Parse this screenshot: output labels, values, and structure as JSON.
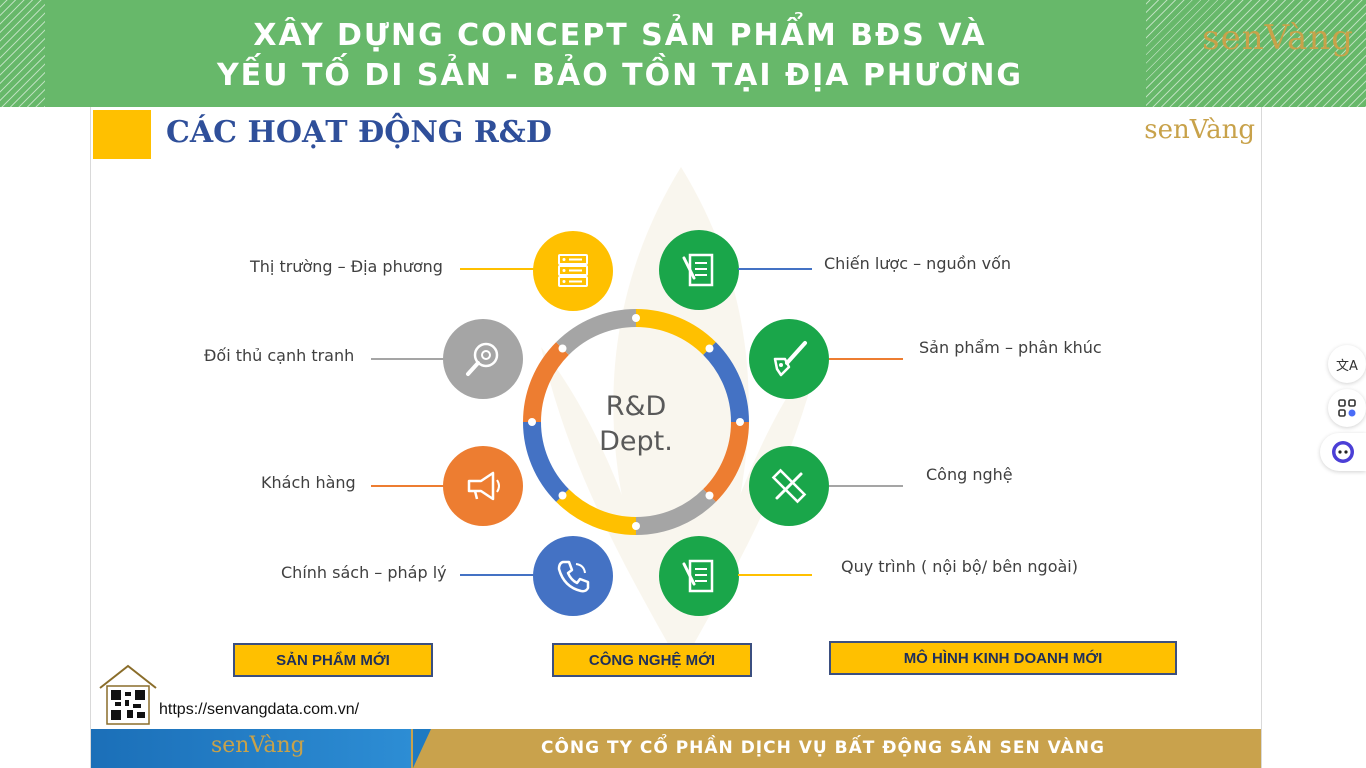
{
  "banner": {
    "title_line1": "XÂY DỰNG CONCEPT SẢN PHẨM BĐS VÀ",
    "title_line2": "YẾU TỐ DI SẢN - BẢO TỒN TẠI ĐỊA PHƯƠNG",
    "logo": "senVàng"
  },
  "slide": {
    "heading": "CÁC HOẠT ĐỘNG R&D",
    "logo": "senVàng",
    "center": {
      "line1": "R&D",
      "line2": "Dept."
    },
    "activities": [
      {
        "label": "Thị trường – Địa phương",
        "icon": "server-rack-icon",
        "color": "#ffc000"
      },
      {
        "label": "Đối thủ cạnh tranh",
        "icon": "magnifier-gear-icon",
        "color": "#a5a5a5"
      },
      {
        "label": "Khách hàng",
        "icon": "megaphone-icon",
        "color": "#ed7d31"
      },
      {
        "label": "Chính sách – pháp lý",
        "icon": "phone-icon",
        "color": "#4472c4"
      },
      {
        "label": "Chiến lược – nguồn vốn",
        "icon": "document-pen-icon",
        "color": "#1aa64a"
      },
      {
        "label": "Sản phẩm – phân khúc",
        "icon": "paintbrush-icon",
        "color": "#1aa64a"
      },
      {
        "label": "Công nghệ",
        "icon": "ruler-pencil-icon",
        "color": "#1aa64a"
      },
      {
        "label": "Quy trình ( nội bộ/ bên ngoài)",
        "icon": "document-pen-icon",
        "color": "#1aa64a"
      }
    ],
    "boxes": [
      "SẢN PHẨM MỚI",
      "CÔNG NGHỆ MỚI",
      "MÔ HÌNH KINH DOANH MỚI"
    ],
    "url": "https://senvangdata.com.vn/",
    "footer_logo": "senVàng",
    "footer_company": "CÔNG TY CỔ PHẦN DỊCH VỤ BẤT ĐỘNG SẢN SEN VÀNG"
  },
  "side_tools": {
    "translate_label": "文A",
    "apps_icon": "apps-icon",
    "assistant_icon": "assistant-face-icon"
  },
  "colors": {
    "banner_green": "#67b86a",
    "heading_blue": "#2f4f9a",
    "accent_yellow": "#ffc000",
    "brand_gold": "#c8a24a"
  }
}
